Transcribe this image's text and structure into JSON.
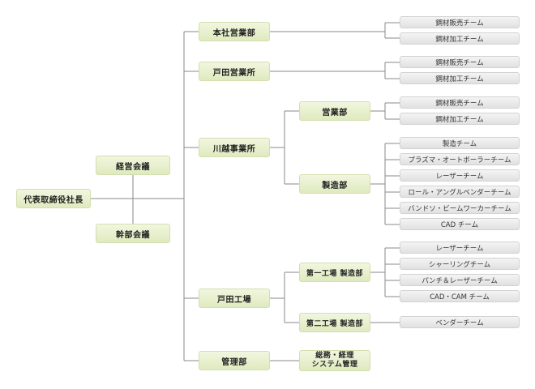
{
  "chart_data": {
    "type": "org-chart",
    "root": "代表取締役社長",
    "councils": [
      "経営会議",
      "幹部会議"
    ],
    "divisions": [
      {
        "name": "本社営業部",
        "teams": [
          "鋼材販売チーム",
          "鋼材加工チーム"
        ]
      },
      {
        "name": "戸田営業所",
        "teams": [
          "鋼材販売チーム",
          "鋼材加工チーム"
        ]
      },
      {
        "name": "川越事業所",
        "departments": [
          {
            "name": "営業部",
            "teams": [
              "鋼材販売チーム",
              "鋼材加工チーム"
            ]
          },
          {
            "name": "製造部",
            "teams": [
              "製造チーム",
              "プラズマ・オートボーラーチーム",
              "レーザーチーム",
              "ロール・アングルベンダーチーム",
              "バンドソ・ビームワーカーチーム",
              "CAD チーム"
            ]
          }
        ]
      },
      {
        "name": "戸田工場",
        "departments": [
          {
            "name": "第一工場 製造部",
            "teams": [
              "レーザーチーム",
              "シャーリングチーム",
              "パンチ＆レーザーチーム",
              "CAD・CAM チーム"
            ]
          },
          {
            "name": "第二工場 製造部",
            "teams": [
              "ベンダーチーム"
            ]
          }
        ]
      },
      {
        "name": "管理部",
        "units": [
          {
            "line1": "総務・経理",
            "line2": "システム管理"
          }
        ]
      }
    ]
  }
}
